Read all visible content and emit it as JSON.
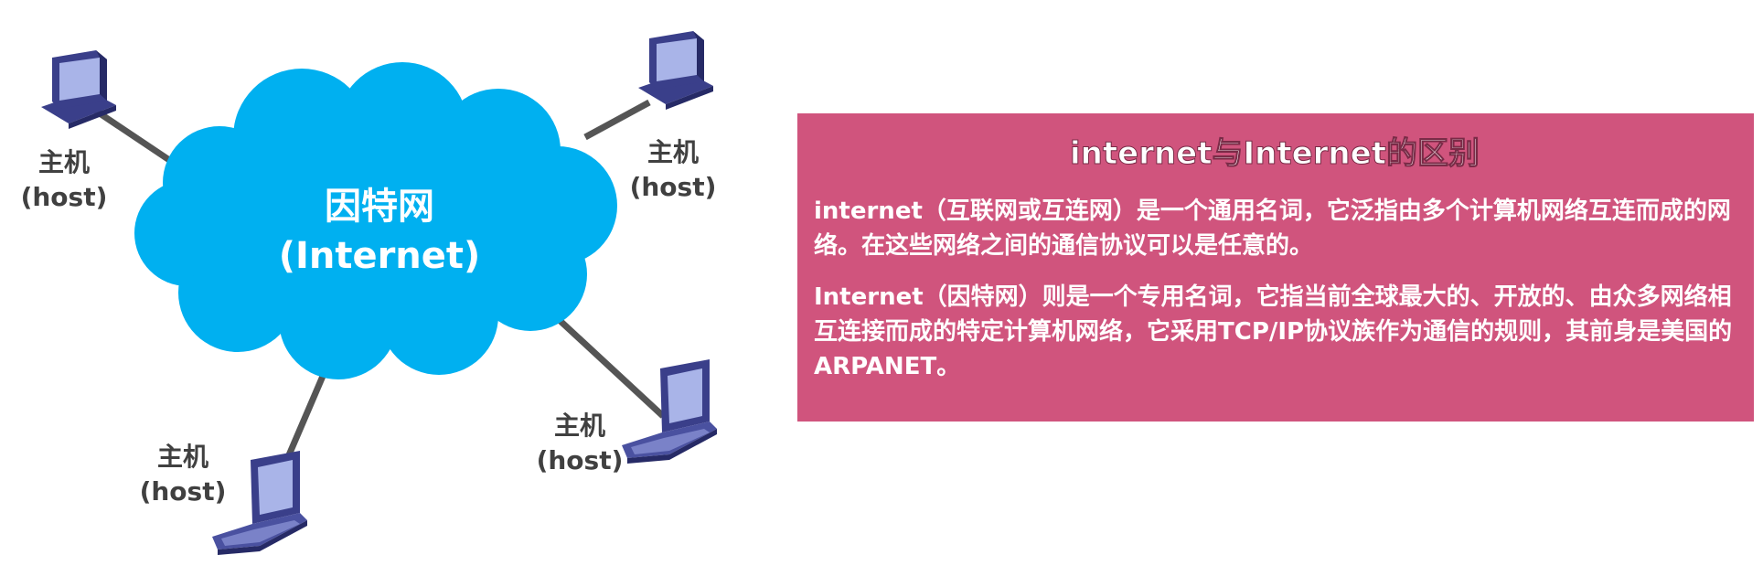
{
  "diagram": {
    "cloud": {
      "line1": "因特网",
      "line2": "(Internet)",
      "color": "#00b0f0"
    },
    "hosts": [
      {
        "id": "top-left",
        "device": "desktop-computer-icon",
        "line1": "主机",
        "line2": "(host)"
      },
      {
        "id": "top-right",
        "device": "desktop-computer-icon",
        "line1": "主机",
        "line2": "(host)"
      },
      {
        "id": "bottom-left",
        "device": "laptop-icon",
        "line1": "主机",
        "line2": "(host)"
      },
      {
        "id": "bottom-right",
        "device": "laptop-icon",
        "line1": "主机",
        "line2": "(host)"
      }
    ]
  },
  "panel": {
    "title": "internet与Internet的区别",
    "paragraphs": [
      "internet（互联网或互连网）是一个通用名词，它泛指由多个计算机网络互连而成的网络。在这些网络之间的通信协议可以是任意的。",
      "Internet（因特网）则是一个专用名词，它指当前全球最大的、开放的、由众多网络相互连接而成的特定计算机网络，它采用TCP/IP协议族作为通信的规则，其前身是美国的ARPANET。"
    ],
    "background": "#d0547d"
  }
}
